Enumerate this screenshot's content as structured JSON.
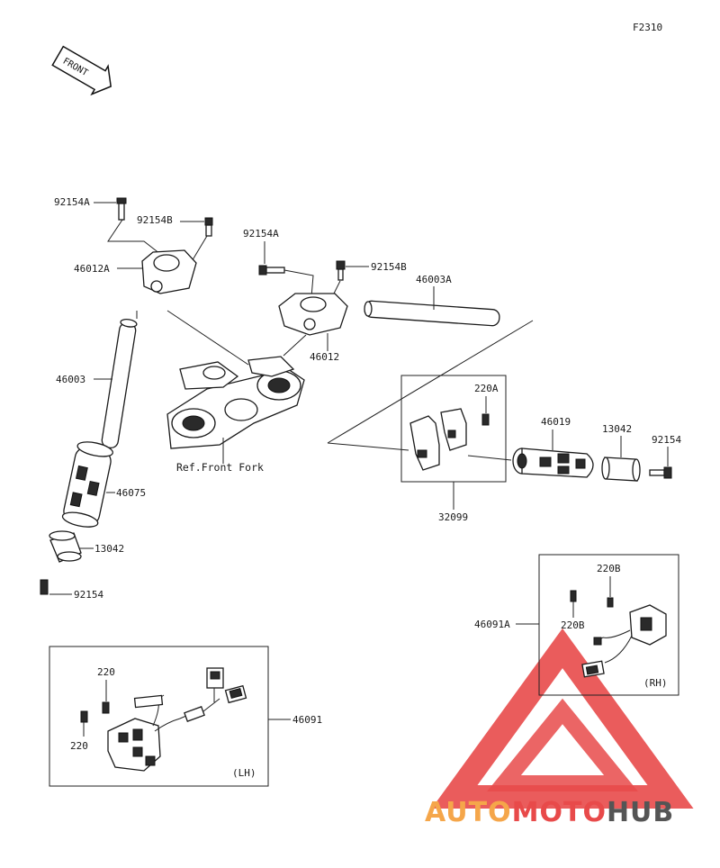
{
  "figure_code": "F2310",
  "front_badge": "FRONT",
  "ref_label": "Ref.Front Fork",
  "parts": {
    "p92154A_left": "92154A",
    "p92154B_left": "92154B",
    "p46012A": "46012A",
    "p46003": "46003",
    "p46075": "46075",
    "p13042_left": "13042",
    "p92154_left": "92154",
    "p92154A_mid": "92154A",
    "p92154B_mid": "92154B",
    "p46012": "46012",
    "p46003A": "46003A",
    "p220A": "220A",
    "p46019": "46019",
    "p13042_right": "13042",
    "p92154_right": "92154",
    "p32099": "32099",
    "p220B_top": "220B",
    "p220B_bottom": "220B",
    "p46091A": "46091A",
    "p220_top": "220",
    "p220_bottom": "220",
    "p46091": "46091"
  },
  "side_labels": {
    "rh": "(RH)",
    "lh": "(LH)"
  },
  "watermark": {
    "part1": "AUTO",
    "part2": "MOTO",
    "part3": "HUB"
  },
  "colors": {
    "watermark_orange": "#f5a64a",
    "watermark_red": "#e84a4a",
    "watermark_gray": "#555555"
  }
}
